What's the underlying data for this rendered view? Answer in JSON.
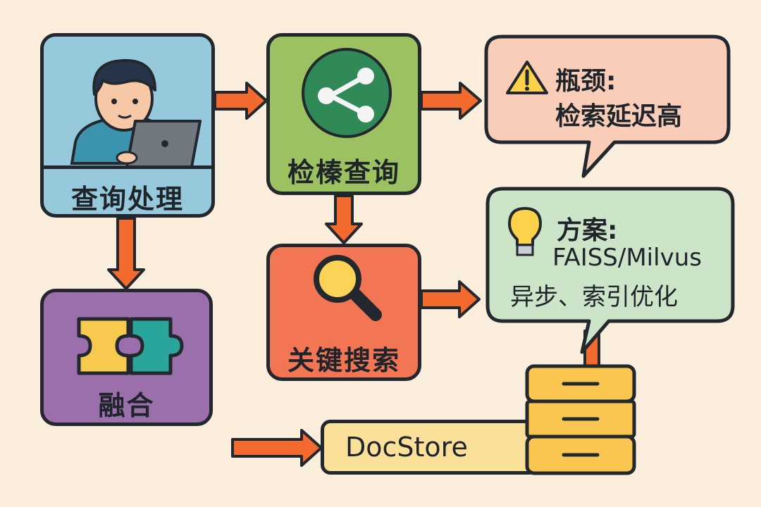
{
  "nodes": {
    "query_processing": "查询处理",
    "vector_query": "检榛查询",
    "keyword_search": "关键搜索",
    "fusion": "融合",
    "docstore": "DocStore"
  },
  "bottleneck": {
    "title": "瓶颈:",
    "detail": "检索延迟高",
    "icon": "warning-icon"
  },
  "solution": {
    "title": "方案:",
    "line1": "FAISS/Milvus",
    "line2": "异步、索引优化",
    "icon": "lightbulb-icon"
  },
  "colors": {
    "background": "#fbeedd",
    "query_box": "#97c9dc",
    "vector_box": "#9cc161",
    "keyword_box": "#f27554",
    "fusion_box": "#9b6fab",
    "bottleneck_bubble": "#f9cdb7",
    "solution_bubble": "#cce4c7",
    "docstore": "#fbd98a",
    "arrow": "#f26a2d",
    "outline": "#23282e"
  }
}
